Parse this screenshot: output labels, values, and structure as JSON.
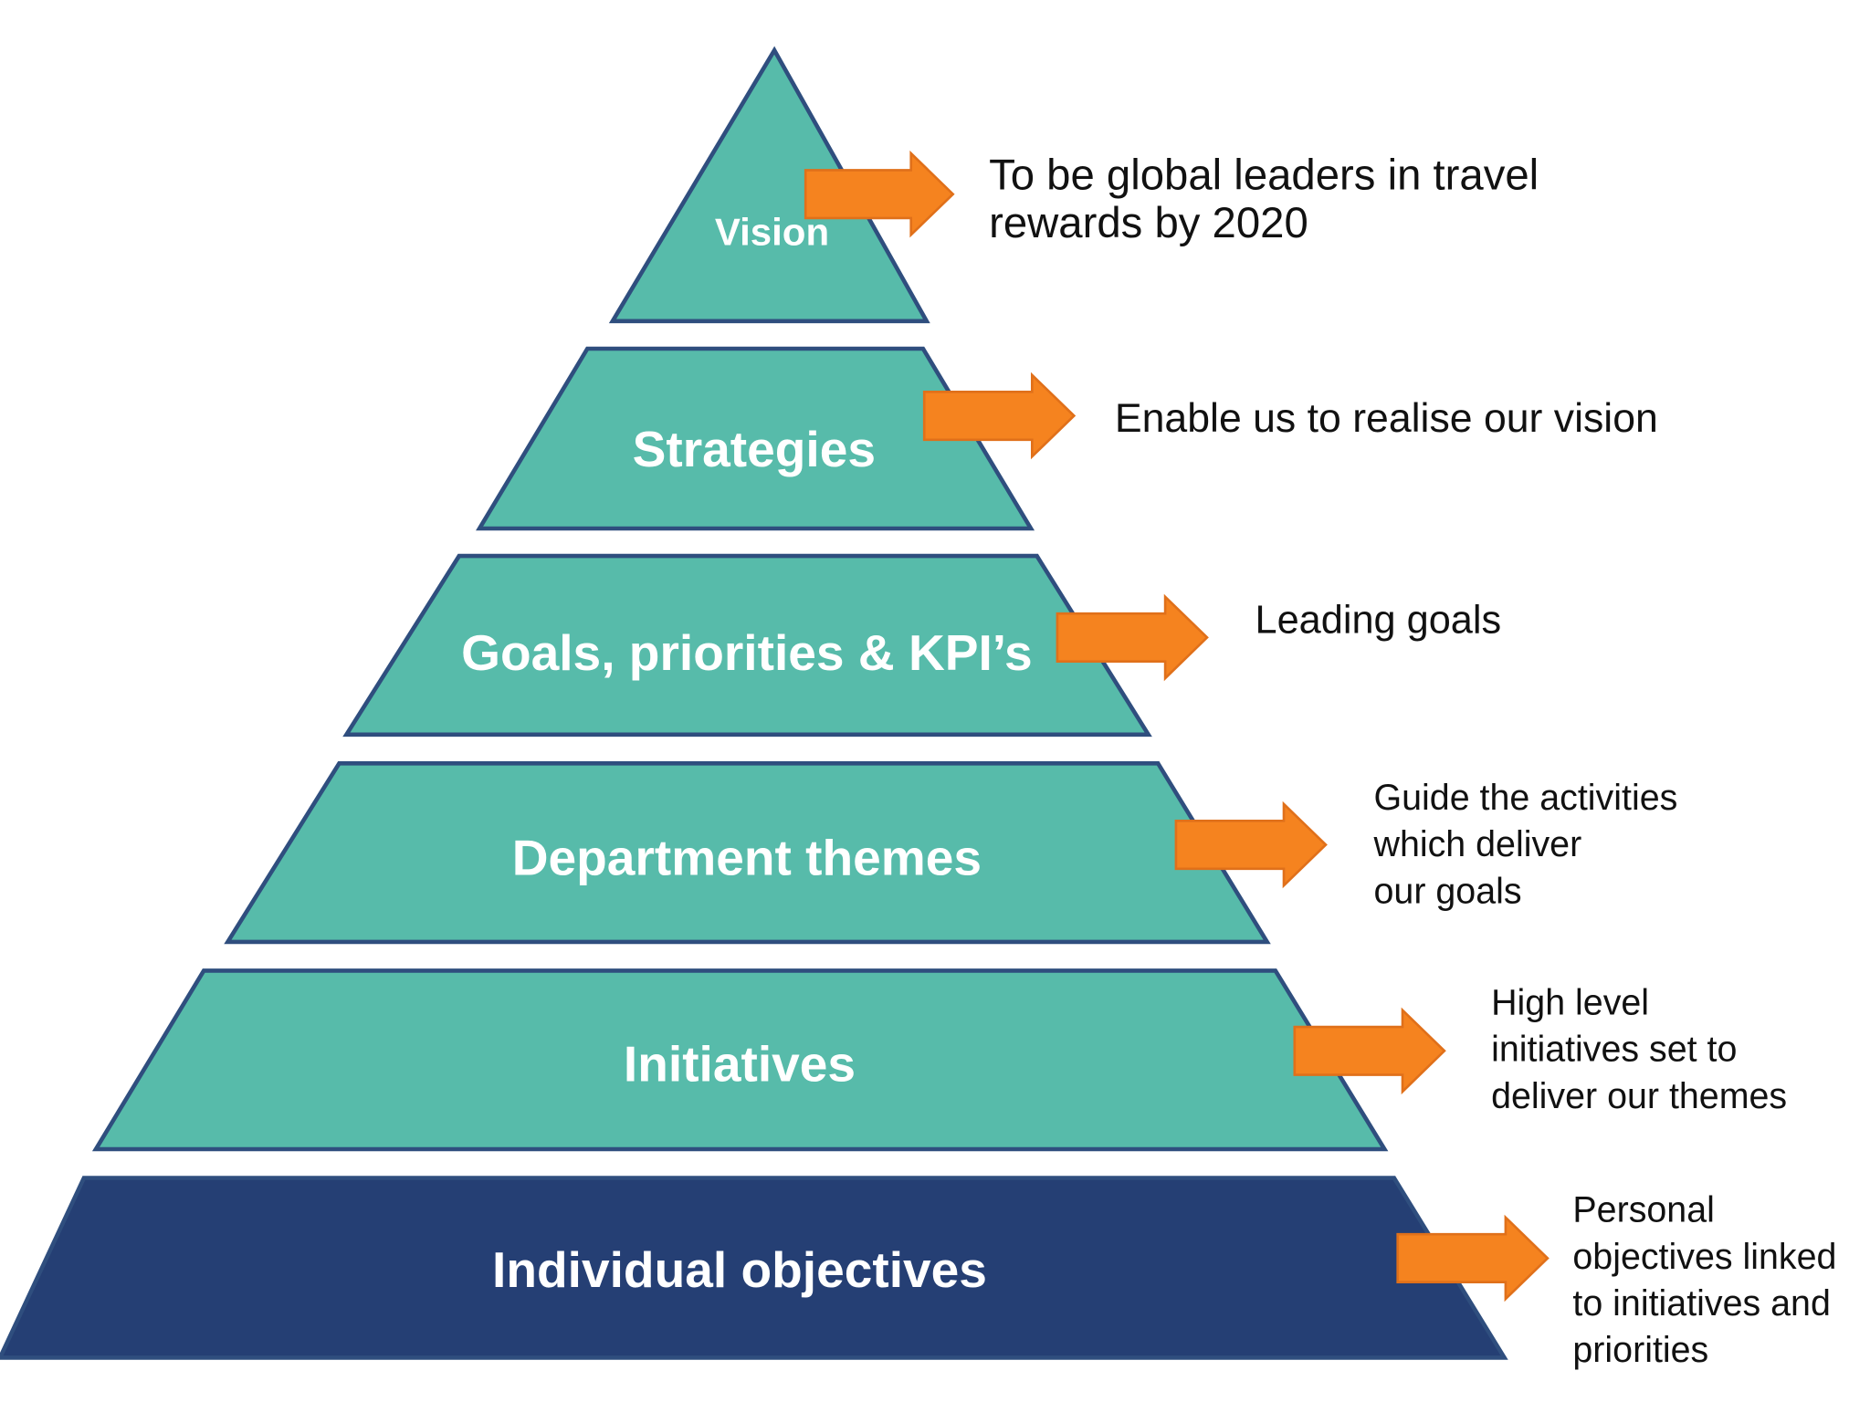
{
  "colors": {
    "tier_fill": "#57BBAA",
    "base_fill": "#253F74",
    "outline": "#2F4E7E",
    "arrow_fill": "#F5831F",
    "arrow_stroke": "#E0701A",
    "label_text": "#FFFFFF",
    "description_text": "#111111"
  },
  "levels": [
    {
      "label": "Vision",
      "description": [
        "To be global leaders in travel",
        "rewards by 2020"
      ]
    },
    {
      "label": "Strategies",
      "description": [
        "Enable us to realise our vision"
      ]
    },
    {
      "label": "Goals, priorities & KPI’s",
      "description": [
        "Leading goals"
      ]
    },
    {
      "label": "Department themes",
      "description": [
        "Guide the activities",
        "which deliver",
        "our goals"
      ]
    },
    {
      "label": "Initiatives",
      "description": [
        "High level",
        "initiatives set to",
        "deliver our themes"
      ]
    },
    {
      "label": "Individual objectives",
      "description": [
        "Personal",
        "objectives linked",
        "to initiatives and",
        "priorities"
      ]
    }
  ]
}
